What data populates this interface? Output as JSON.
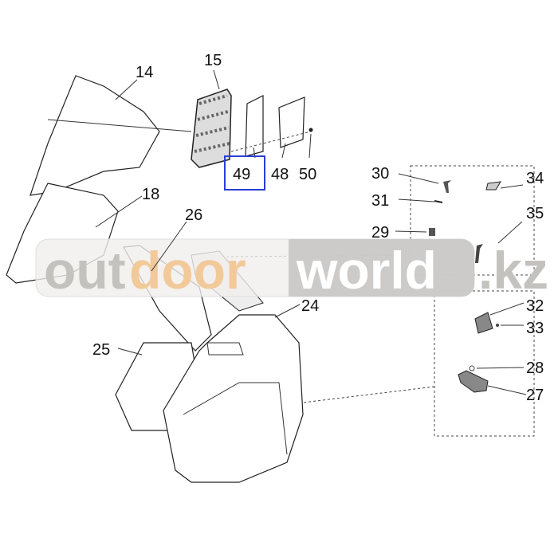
{
  "diagram": {
    "labels": {
      "p14": "14",
      "p15": "15",
      "p49": "49",
      "p48": "48",
      "p50": "50",
      "p30": "30",
      "p31": "31",
      "p34": "34",
      "p29": "29",
      "p35": "35",
      "p18": "18",
      "p26": "26",
      "p24": "24",
      "p25": "25",
      "p32": "32",
      "p33": "33",
      "p28": "28",
      "p27": "27"
    },
    "highlight_color": "#2a3fd6"
  },
  "watermark": {
    "part1": "out",
    "part2": "door",
    "part3": "world",
    "part4": ".kz"
  }
}
